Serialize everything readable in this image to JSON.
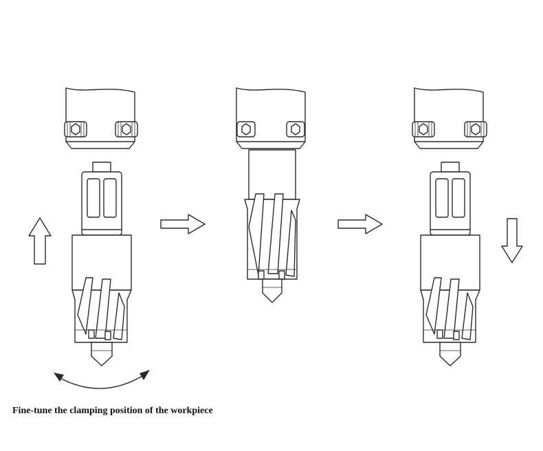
{
  "caption": "Fine-tune the clamping position of the workpiece",
  "steps": [
    {
      "id": "step-1",
      "assembly": "holder-with-cutter-separated",
      "motion": [
        "arrow-up",
        "rotation-arc"
      ]
    },
    {
      "id": "step-2",
      "assembly": "cutter-inserted-in-holder"
    },
    {
      "id": "step-3",
      "assembly": "holder-with-cutter-separated",
      "motion": [
        "arrow-down"
      ]
    }
  ],
  "transitions": [
    "arrow-right",
    "arrow-right"
  ],
  "colors": {
    "line": "#2a2a2a",
    "background": "#ffffff"
  }
}
